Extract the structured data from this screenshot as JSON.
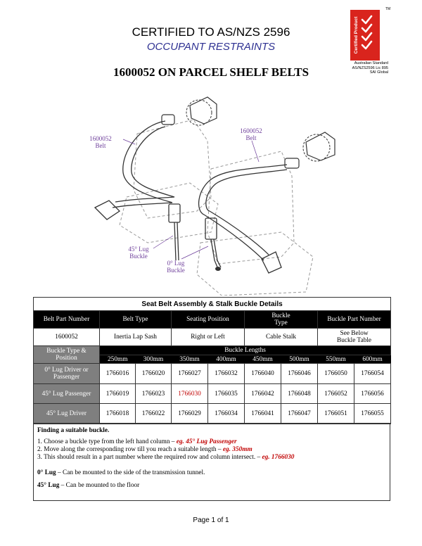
{
  "header": {
    "title": "CERTIFIED TO AS/NZS 2596",
    "subtitle": "OCCUPANT RESTRAINTS",
    "doc_title": "1600052 ON PARCEL SHELF BELTS"
  },
  "badge": {
    "vertical_label": "Certified Product",
    "tm": "TM",
    "line1": "Australian Standard",
    "line2": "AS/NZS2596 Lic 895",
    "line3": "SAI Global",
    "color": "#d9241d"
  },
  "diagram": {
    "callout_belt_left": [
      "1600052",
      "Belt"
    ],
    "callout_belt_right": [
      "1600052",
      "Belt"
    ],
    "callout_lug45": [
      "45° Lug",
      "Buckle"
    ],
    "callout_lug0": [
      "0° Lug",
      "Buckle"
    ],
    "callout_color": "#6d3e9a"
  },
  "table": {
    "caption": "Seat Belt Assembly & Stalk Buckle Details",
    "header_cells": [
      "Belt Part Number",
      "Belt Type",
      "Seating Position",
      "Buckle Type",
      "Buckle Part Number"
    ],
    "info_cells": [
      "1600052",
      "Inertia Lap Sash",
      "Right or Left",
      "Cable Stalk",
      "See Below Buckle Table"
    ],
    "row_head_label": "Buckle Type & Position",
    "lengths_label": "Buckle Lengths",
    "lengths": [
      "250mm",
      "300mm",
      "350mm",
      "400mm",
      "450mm",
      "500mm",
      "550mm",
      "600mm"
    ],
    "rows": [
      {
        "label": "0° Lug Driver or Passenger",
        "values": [
          "1766016",
          "1766020",
          "1766027",
          "1766032",
          "1766040",
          "1766046",
          "1766050",
          "1766054"
        ]
      },
      {
        "label": "45° Lug Passenger",
        "values": [
          "1766019",
          "1766023",
          "1766030",
          "1766035",
          "1766042",
          "1766048",
          "1766052",
          "1766056"
        ]
      },
      {
        "label": "45° Lug Driver",
        "values": [
          "1766018",
          "1766022",
          "1766029",
          "1766034",
          "1766041",
          "1766047",
          "1766051",
          "1766055"
        ]
      }
    ],
    "highlight_color": "#c00000"
  },
  "notes": {
    "heading": "Finding a suitable buckle.",
    "step1": "1. Choose a buckle type from the left hand column –",
    "step1_eg": "eg. 45° Lug Passenger",
    "step2": "2. Move along the corresponding row till you reach a suitable length –",
    "step2_eg": "eg. 350mm",
    "step3": "3. This should result in a part number where the required row and column intersect. –",
    "step3_eg": "eg. 1766030",
    "lug0_term": "0° Lug",
    "lug0_text": " – Can be mounted to the side of the transmission tunnel.",
    "lug45_term": "45° Lug",
    "lug45_text": " – Can be mounted to the floor"
  },
  "footer": {
    "page": "Page 1 of 1"
  }
}
